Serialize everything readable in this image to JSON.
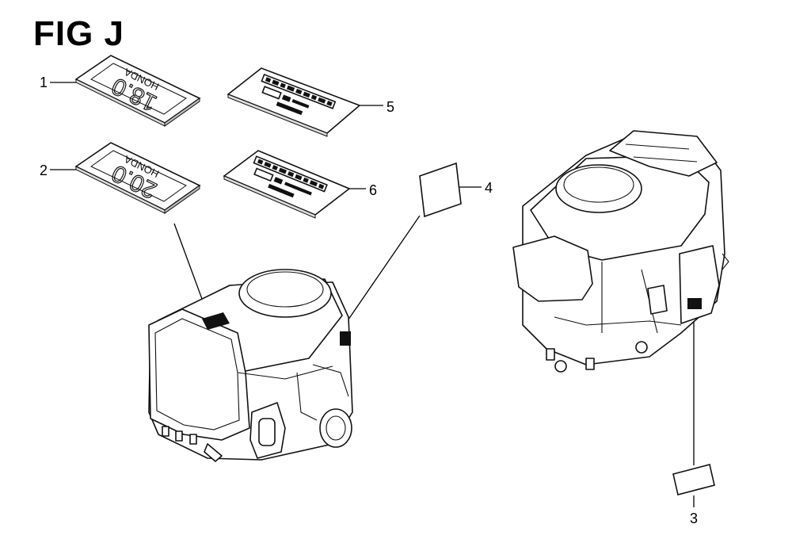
{
  "figure": {
    "title": "FIG J"
  },
  "decals": {
    "p1": {
      "brand": "HONDA",
      "model": "18.0"
    },
    "p2": {
      "brand": "HONDA",
      "model": "20.0"
    }
  },
  "callouts": [
    "1",
    "2",
    "3",
    "4",
    "5",
    "6"
  ]
}
